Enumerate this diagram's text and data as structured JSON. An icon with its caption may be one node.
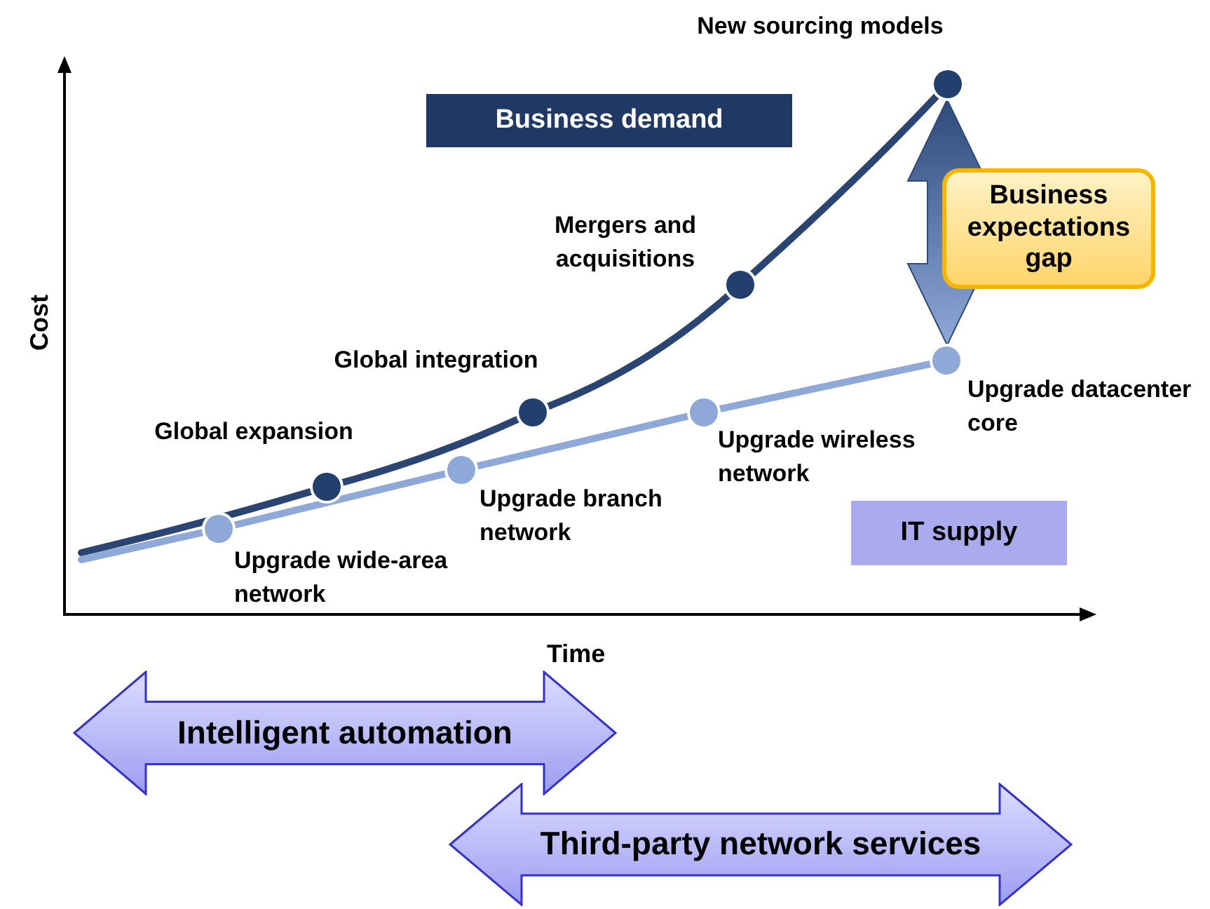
{
  "diagram": {
    "nodes": [
      {
        "text": [
          "Business demand"
        ]
      },
      {
        "text": [
          "IT supply"
        ]
      },
      {
        "text": [],
        "shape": "circle",
        "beside": [
          "Global expansion"
        ]
      },
      {
        "text": [],
        "shape": "circle",
        "beside": [
          "Global integration"
        ]
      },
      {
        "text": [],
        "shape": "circle",
        "beside": [
          "Mergers and acquisitions"
        ]
      },
      {
        "text": [],
        "shape": "circle",
        "beside": [
          "New sourcing models"
        ]
      },
      {
        "text": [],
        "shape": "circle",
        "beside": [
          "Upgrade wide-area network"
        ]
      },
      {
        "text": [],
        "shape": "circle",
        "beside": [
          "Upgrade branch network"
        ]
      },
      {
        "text": [],
        "shape": "circle",
        "beside": [
          "Upgrade wireless network"
        ]
      },
      {
        "text": [],
        "shape": "circle",
        "beside": [
          "Upgrade datacenter core"
        ]
      },
      {
        "text": [
          "Business expectations gap"
        ]
      },
      {
        "text": [
          "Intelligent automation"
        ]
      },
      {
        "text": [
          "Third-party network services"
        ]
      }
    ],
    "edges": [
      {
        "from": null,
        "to": 2,
        "arrow": "none",
        "color": "#2b4573"
      },
      {
        "from": 2,
        "to": 3,
        "arrow": "none",
        "color": "#2b4573"
      },
      {
        "from": 3,
        "to": 4,
        "arrow": "none",
        "color": "#2b4573"
      },
      {
        "from": 4,
        "to": 5,
        "arrow": "none",
        "color": "#2b4573"
      },
      {
        "from": null,
        "to": 6,
        "arrow": "none",
        "color": "#8ea9d8"
      },
      {
        "from": 6,
        "to": 7,
        "arrow": "none",
        "color": "#8ea9d8"
      },
      {
        "from": 7,
        "to": 8,
        "arrow": "none",
        "color": "#8ea9d8"
      },
      {
        "from": 8,
        "to": 9,
        "arrow": "none",
        "color": "#8ea9d8"
      },
      {
        "from": 5,
        "to": 9,
        "arrow": "both",
        "style": "thick",
        "color": "#2e4a7a"
      }
    ],
    "labels": [
      "Cost",
      "Time"
    ]
  }
}
